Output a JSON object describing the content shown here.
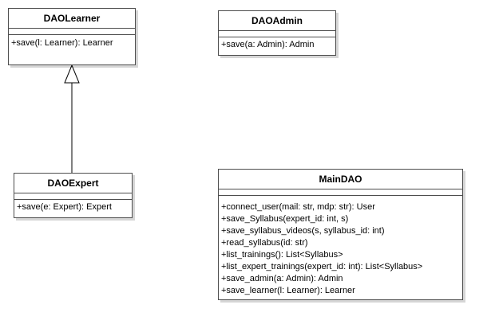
{
  "classes": {
    "dao_learner": {
      "name": "DAOLearner",
      "operations": [
        "+save(l: Learner): Learner"
      ]
    },
    "dao_admin": {
      "name": "DAOAdmin",
      "operations": [
        "+save(a: Admin): Admin"
      ]
    },
    "dao_expert": {
      "name": "DAOExpert",
      "operations": [
        "+save(e: Expert): Expert"
      ]
    },
    "main_dao": {
      "name": "MainDAO",
      "operations": [
        "+connect_user(mail: str, mdp: str): User",
        "+save_Syllabus(expert_id: int, s)",
        "+save_syllabus_videos(s, syllabus_id: int)",
        "+read_syllabus(id: str)",
        "+list_trainings(): List<Syllabus>",
        "+list_expert_trainings(expert_id: int): List<Syllabus>",
        "+save_admin(a: Admin): Admin",
        "+save_learner(l: Learner): Learner"
      ]
    }
  },
  "relations": [
    {
      "type": "generalization",
      "from": "DAOExpert",
      "to": "DAOLearner"
    }
  ]
}
